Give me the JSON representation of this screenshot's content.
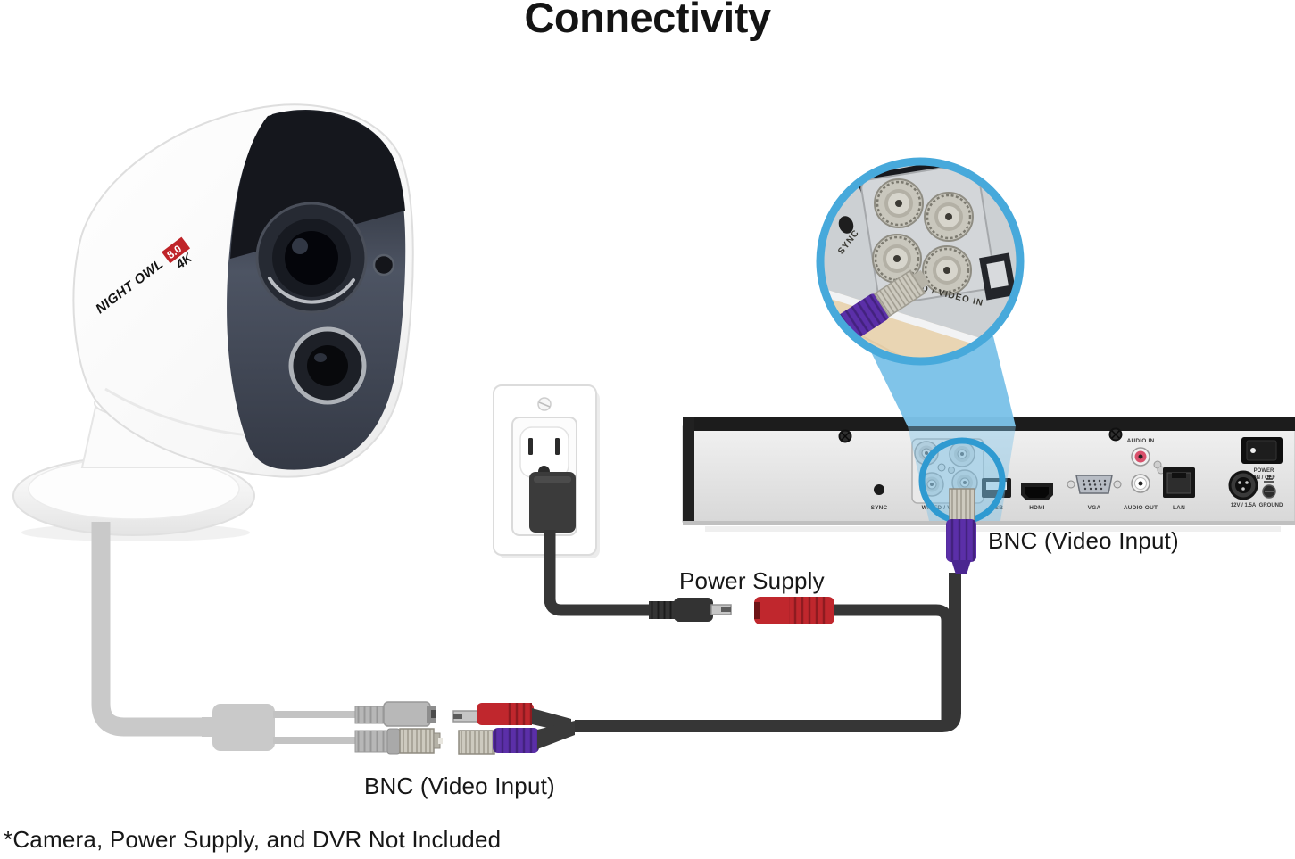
{
  "title": "Connectivity",
  "footnote": "*Camera, Power Supply, and DVR Not Included",
  "labels": {
    "power_supply": "Power Supply",
    "bnc_video_input_camera": "BNC (Video Input)",
    "bnc_video_input_dvr": "BNC (Video Input)"
  },
  "camera": {
    "brand": "NIGHT OWL",
    "badge": "8.0",
    "resolution": "4K"
  },
  "dvr": {
    "ports": {
      "sync": "SYNC",
      "video_in": "WIRED / VIDEO IN",
      "usb": "USB",
      "hdmi": "HDMI",
      "vga": "VGA",
      "audio_in": "AUDIO IN",
      "audio_out": "AUDIO OUT",
      "lan": "LAN",
      "power_line1": "POWER",
      "power_line2": "ON / OFF",
      "power_jack": "12V / 1.5A",
      "ground": "GROUND"
    }
  },
  "inset": {
    "sync": "SYNC",
    "video_in": "WIRED / VIDEO IN"
  },
  "colors": {
    "accent_blue": "#47a9db",
    "bnc_purple": "#5b2fa8",
    "power_red": "#c0272d",
    "cable_black": "#3a3a3a",
    "cable_gray": "#c9c9c9",
    "dvr_gray": "#e6e6e6"
  }
}
